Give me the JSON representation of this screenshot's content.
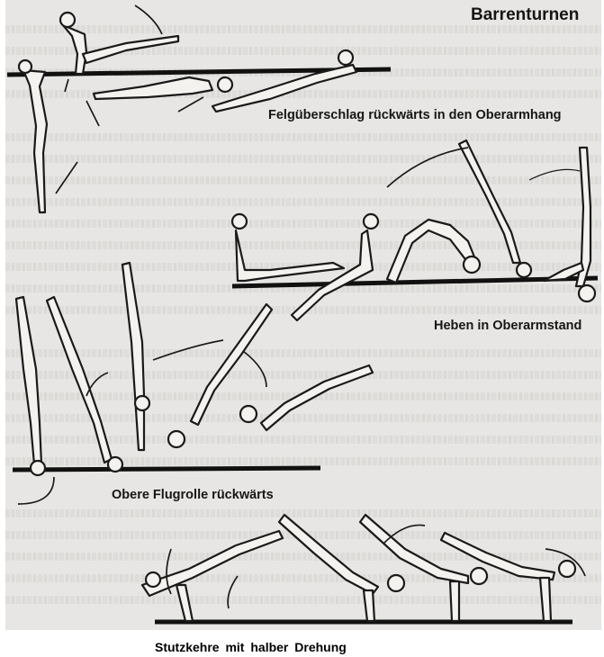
{
  "page": {
    "title": "Barrenturnen",
    "captions": {
      "felgueberschlag": "Felgüberschlag rückwärts in den Oberarmhang",
      "heben": "Heben in Oberarmstand",
      "flugrolle": "Obere Flugrolle rückwärts",
      "stuetzkehre": "Stutzkehre mit halber Drehung"
    }
  }
}
